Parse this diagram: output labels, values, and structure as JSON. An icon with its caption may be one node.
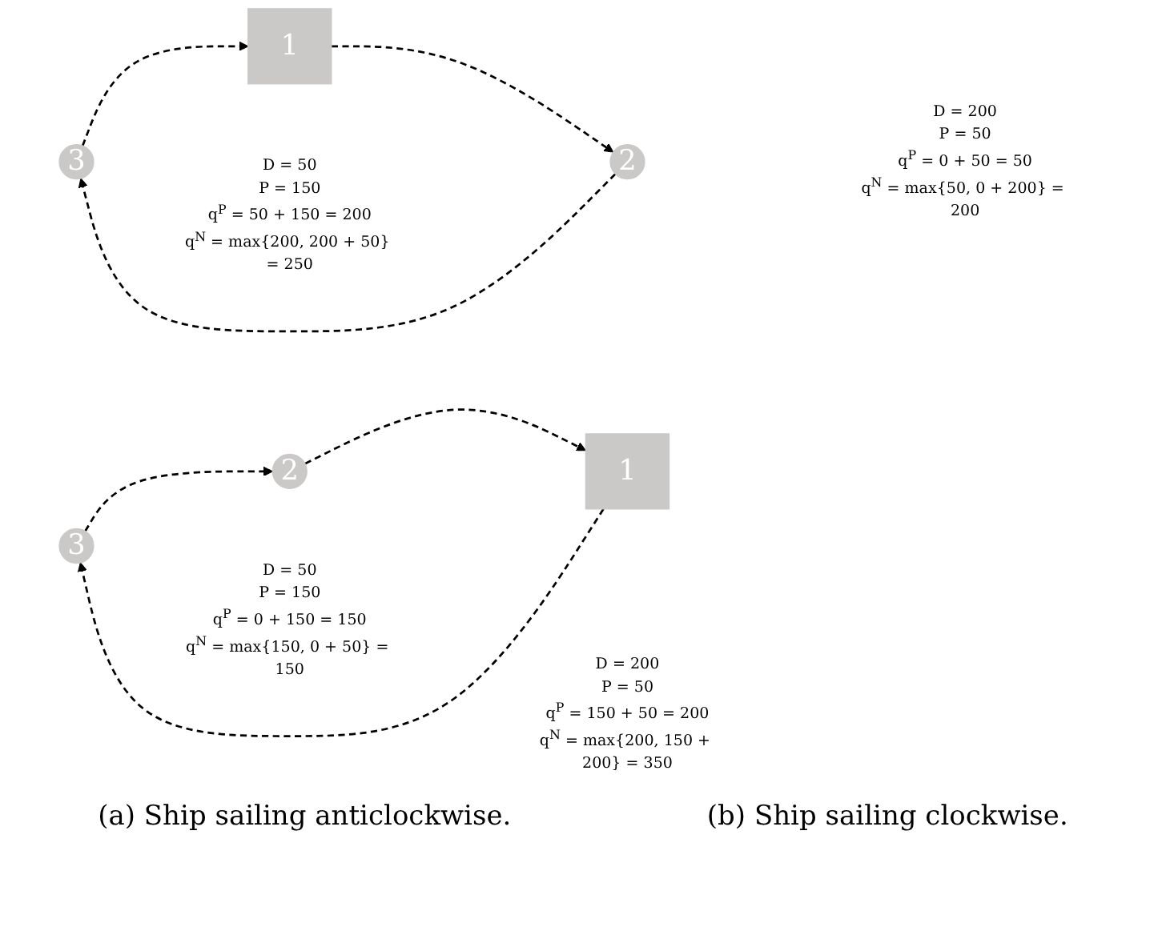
{
  "diagram": {
    "nodes": [
      {
        "text": [
          "3"
        ],
        "beside": [
          "D = 50",
          "P = 150",
          "q$^{P}$ = 50 + 150 = 200",
          "q$^{N}$ = max{200, 200 + 50} = 250"
        ]
      },
      {
        "text": [
          "1"
        ]
      },
      {
        "text": [
          "2"
        ],
        "beside": [
          "D = 200",
          "P = 50",
          "q$^{P}$ = 0 + 50 = 50",
          "q$^{N}$ = max{50, 0 + 200} = 200"
        ]
      },
      {
        "text": [
          "3"
        ],
        "beside": [
          "D = 50",
          "P = 150",
          "q$^{P}$ = 0 + 150 = 150",
          "q$^{N}$ = max{150, 0 + 50} = 150"
        ]
      },
      {
        "text": [
          "1"
        ]
      },
      {
        "text": [
          "2"
        ],
        "beside": [
          "D = 200",
          "P = 50",
          "q$^{P}$ = 150 + 50 = 200",
          "q$^{N}$ = max{200, 150 + 200} = 350"
        ]
      }
    ],
    "edges": [
      {
        "from": 0,
        "to": 1,
        "arrow": "to",
        "style": "dashed"
      },
      {
        "from": 1,
        "to": 2,
        "arrow": "to",
        "style": "dashed"
      },
      {
        "from": 2,
        "to": 0,
        "arrow": "to",
        "style": "dashed"
      },
      {
        "from": 4,
        "to": 3,
        "arrow": "to",
        "style": "dashed"
      },
      {
        "from": 3,
        "to": 5,
        "arrow": "to",
        "style": "dashed"
      },
      {
        "from": 5,
        "to": 4,
        "arrow": "to",
        "style": "dashed"
      }
    ],
    "labels": [
      "(a) Ship sailing anticlockwise.",
      "(b) Ship sailing clockwise."
    ]
  }
}
